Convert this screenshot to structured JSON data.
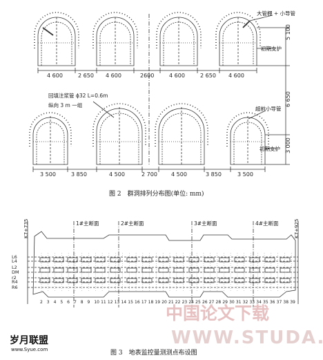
{
  "fig2": {
    "caption": "图 2　群洞排列分布图(单位: mm)",
    "top_dims": [
      "4 600",
      "2 650",
      "4 600",
      "2600",
      "4 600",
      "2 650",
      "4 600"
    ],
    "bottom_dims": [
      "3 500",
      "3 850",
      "4 500",
      "2 700",
      "4 500",
      "3 850",
      "3 500"
    ],
    "right_dims": {
      "top": "5 100",
      "mid": "6 650",
      "bottom": "3 000"
    },
    "labels": {
      "big_pipe": "大管棚 + 小导管",
      "support_top": "初期支护",
      "grout_pipe": "回填注浆管 ϕ32 L=0.6m",
      "group": "纵向 3 m 一组",
      "small_pipe": "超前小导管",
      "support_bottom": "初期支护"
    }
  },
  "fig3": {
    "caption": "图 3　地表监控量测测点布设图",
    "left_stake": "K7+735",
    "right_stake": "K7+925",
    "sections": [
      "1#主断面",
      "2#主断面",
      "3#主断面",
      "4#主断面"
    ],
    "line_labels": [
      "L6",
      "L4",
      "L2",
      "DM",
      "r2",
      "R4",
      "R6"
    ],
    "numbers": [
      "2",
      "3",
      "4",
      "5",
      "6",
      "7",
      "8",
      "9",
      "10",
      "11",
      "12",
      "13",
      "14",
      "15",
      "16",
      "17",
      "18",
      "19",
      "20",
      "21",
      "22",
      "23",
      "24",
      "25",
      "26",
      "27",
      "28",
      "29",
      "30",
      "31",
      "32",
      "33",
      "34",
      "35",
      "36",
      "37",
      "38",
      "39"
    ]
  },
  "watermark": {
    "cn": "中国论文下载",
    "en": "WWW.STUDA.",
    "logo": "岁月联盟",
    "site": "www.Syue.com"
  }
}
